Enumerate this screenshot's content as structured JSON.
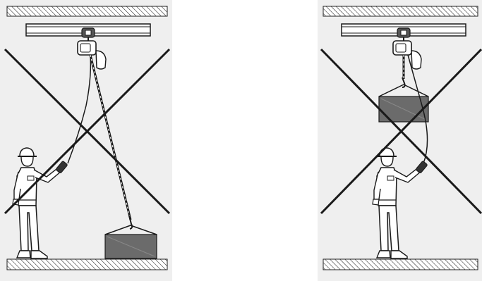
{
  "figure": {
    "panels": [
      {
        "id": "left",
        "scene": "operator-with-pendant-hoist-diagonal-pull",
        "crossed_out": true
      },
      {
        "id": "right",
        "scene": "operator-standing-under-suspended-load",
        "crossed_out": true
      }
    ],
    "colors": {
      "background": "#ffffff",
      "panel_fill": "#efefef",
      "line": "#1a1a1a",
      "load_fill": "#6b6b6b",
      "hatch": "#222222"
    }
  }
}
